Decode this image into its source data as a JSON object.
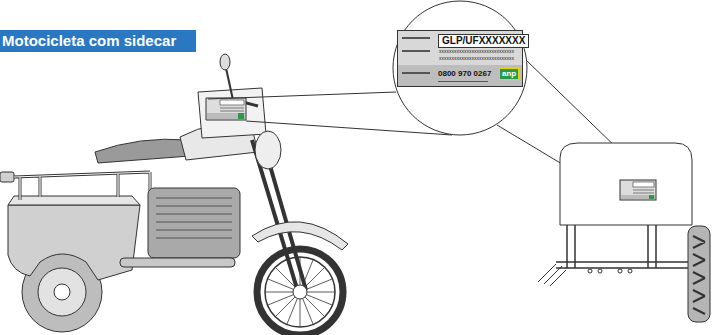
{
  "diagram": {
    "title": "Motocicleta com sidecar",
    "nodes": [
      {
        "text": [
          "GLP/UFXXXXXXX",
          "xxxxxxxxxxxxxxxxxxxxxxxxxxxxxx",
          "xxxxxxxxxxxxxxxxxxxxxxxxxxxxxx",
          "0800 970 0267",
          "anp"
        ]
      }
    ]
  }
}
